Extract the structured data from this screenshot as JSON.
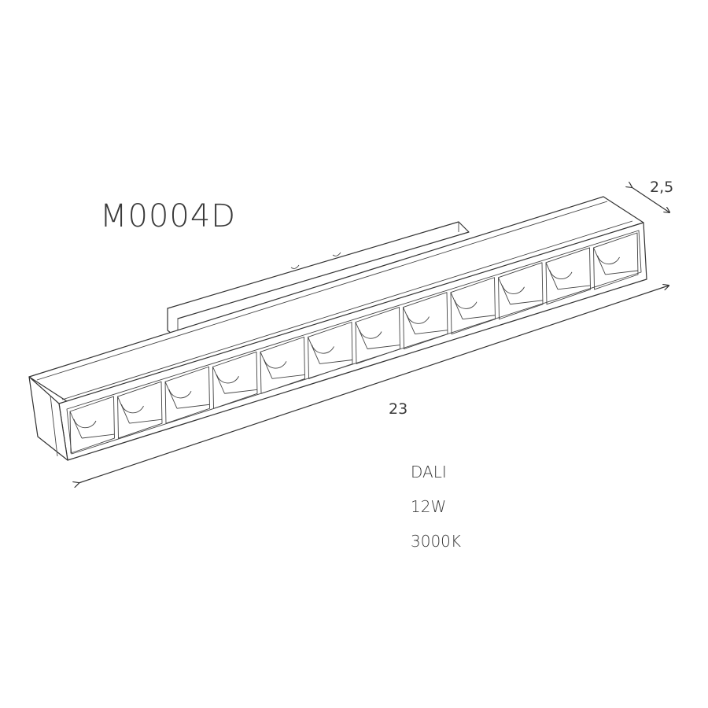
{
  "model": "M0004D",
  "dimensions": {
    "length": "23",
    "width": "2,5"
  },
  "specs": [
    "DALI",
    "12W",
    "3000K"
  ],
  "cell_count": 12,
  "colors": {
    "line": "#333333",
    "text": "#3a3a3a"
  }
}
